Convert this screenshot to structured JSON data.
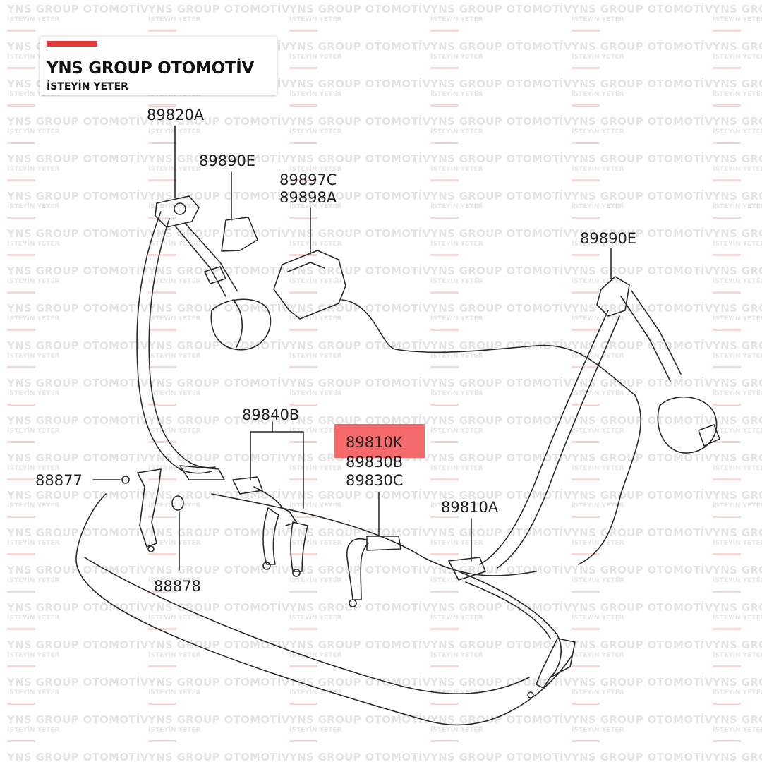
{
  "brand": {
    "name": "YNS GROUP OTOMOTİV",
    "slogan": "İSTEYİN YETER",
    "accent_color": "#e53a3a"
  },
  "watermark": {
    "line1": "YNS GROUP OTOMOTİV",
    "line2": "İSTEYİN YETER"
  },
  "highlight_color": "#f45b5b",
  "part_labels": {
    "p89820A": "89820A",
    "p89890E_left": "89890E",
    "p89897C": "89897C",
    "p89898A": "89898A",
    "p89890E_right": "89890E",
    "p89840B": "89840B",
    "p89810K": "89810K",
    "p89830B": "89830B",
    "p89830C": "89830C",
    "p89810A": "89810A",
    "p88877": "88877",
    "p88878": "88878"
  }
}
